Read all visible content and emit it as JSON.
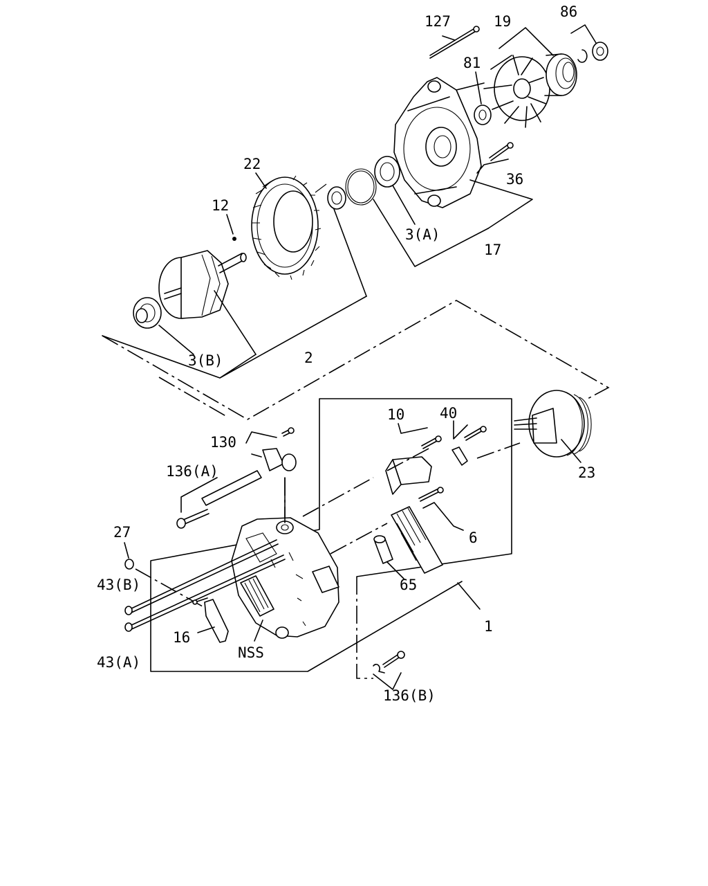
{
  "labels": {
    "p127": "127",
    "p19": "19",
    "p86": "86",
    "p81": "81",
    "p22": "22",
    "p36": "36",
    "p12": "12",
    "p3A": "3(A)",
    "p17": "17",
    "p3B": "3(B)",
    "p2": "2",
    "p10": "10",
    "p40": "40",
    "p130": "130",
    "p136A": "136(A)",
    "p23": "23",
    "p27": "27",
    "p6": "6",
    "p43B": "43(B)",
    "p65": "65",
    "p1": "1",
    "p16": "16",
    "pNSS": "NSS",
    "p43A": "43(A)",
    "p136B": "136(B)"
  }
}
